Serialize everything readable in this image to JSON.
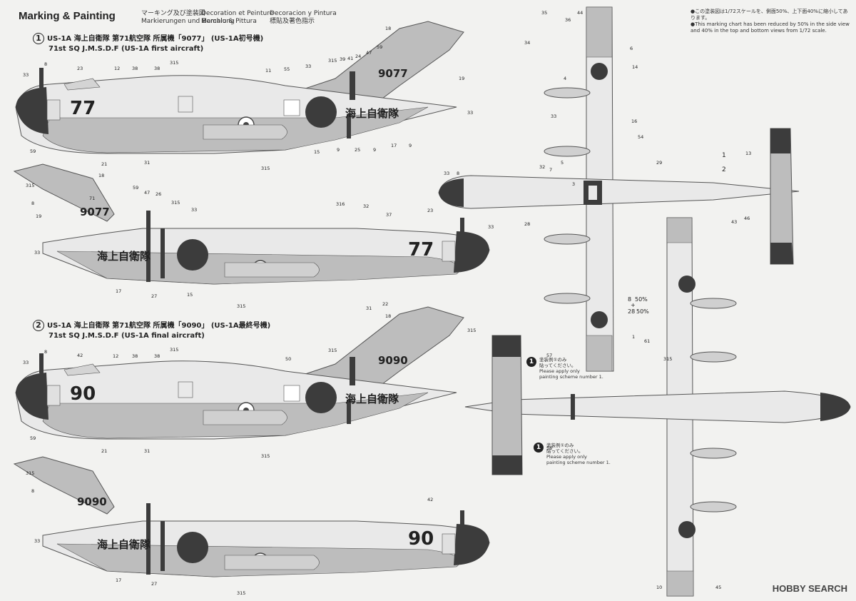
{
  "header": {
    "title": "Marking & Painting",
    "langs_col1": [
      "マーキング及び塗装図",
      "Markierungen und Bemalung"
    ],
    "langs_col2": [
      "Decoration et Peinture",
      "Marchio & Pittura"
    ],
    "langs_col3": [
      "Decoracion y Pintura",
      "標貼及著色指示"
    ]
  },
  "scale_note": {
    "jp": "●この塗装図は1/72スケールを、側面50%、上下面40%に縮小してあります。",
    "en": "●This marking chart has been reduced by 50% in the side view and 40% in the top and bottom views from 1/72 scale."
  },
  "schemes": [
    {
      "number": "1",
      "line1": "US-1A 海上自衛隊 第71航空隊 所属機「9077」 (US-1A初号機)",
      "line2": "71st SQ J.M.S.D.F (US-1A first aircraft)",
      "nose_number": "77",
      "tail_number": "9077"
    },
    {
      "number": "2",
      "line1": "US-1A 海上自衛隊 第71航空隊 所属機「9090」 (US-1A最終号機)",
      "line2": "71st SQ J.M.S.D.F (US-1A final aircraft)",
      "nose_number": "90",
      "tail_number": "9090"
    }
  ],
  "fuselage_text": "海上自衛隊",
  "paint_notes": {
    "jp": "塗装例①のみ",
    "jp2": "貼ってください。",
    "en1": "Please apply only",
    "en2": "painting scheme number 1."
  },
  "mix_labels": {
    "a": "50%",
    "b": "50%",
    "plus": "+",
    "c1": "8",
    "c2": "28"
  },
  "scheme_markers": {
    "m1": "1",
    "m2": "2"
  },
  "callout_numbers": {
    "c33": "33",
    "c8": "8",
    "c59": "59",
    "c23": "23",
    "c12": "12",
    "c38": "38",
    "c315": "315",
    "c11": "11",
    "c55": "55",
    "c39": "39",
    "c41": "41",
    "c24": "24",
    "c47": "47",
    "c18": "18",
    "c19": "19",
    "c21": "21",
    "c31": "31",
    "c15": "15",
    "c9": "9",
    "c25": "25",
    "c17": "17",
    "c26": "26",
    "c316": "316",
    "c32": "32",
    "c37": "37",
    "c27": "27",
    "c22": "22",
    "c42": "42",
    "c50": "50",
    "c35": "35",
    "c36": "36",
    "c34": "34",
    "c44": "44",
    "c6": "6",
    "c14": "14",
    "c4": "4",
    "c5": "5",
    "c16": "16",
    "c54": "54",
    "c7": "7",
    "c28": "28",
    "c29": "29",
    "c3": "3",
    "c1": "1",
    "c61": "61",
    "c57": "57",
    "c58": "58",
    "c13": "13",
    "c43": "43",
    "c46": "46",
    "c10": "10",
    "c45": "45",
    "c71": "71"
  },
  "brand": "HOBBY SEARCH",
  "colors": {
    "dark": "#3c3c3c",
    "gray": "#bdbdbd",
    "light": "#e9e9e9",
    "paper": "#f2f2f0",
    "line": "#555555"
  }
}
